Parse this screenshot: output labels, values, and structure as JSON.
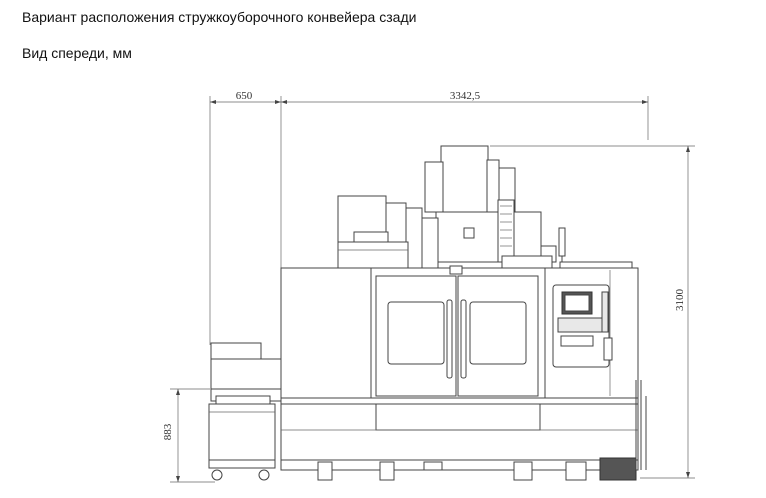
{
  "header": {
    "title": "Вариант расположения стружкоуборочного конвейера сзади",
    "subtitle": "Вид спереди, мм"
  },
  "dimensions": {
    "left_width": "650",
    "main_width": "3342,5",
    "total_height": "3100",
    "conveyor_height": "883"
  }
}
